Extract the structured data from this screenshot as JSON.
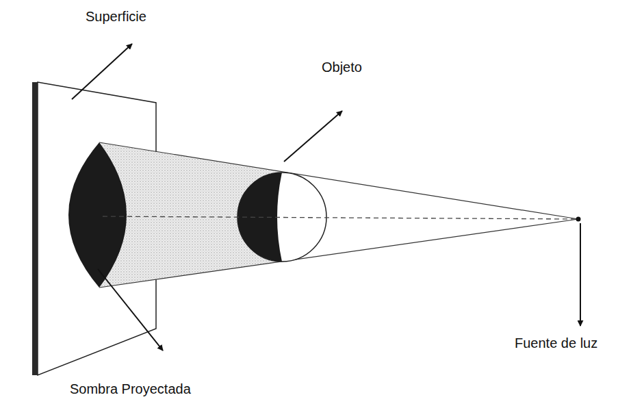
{
  "diagram": {
    "labels": [
      "Superficie",
      "Objeto",
      "Sombra Proyectada",
      "Fuente de luz"
    ]
  }
}
